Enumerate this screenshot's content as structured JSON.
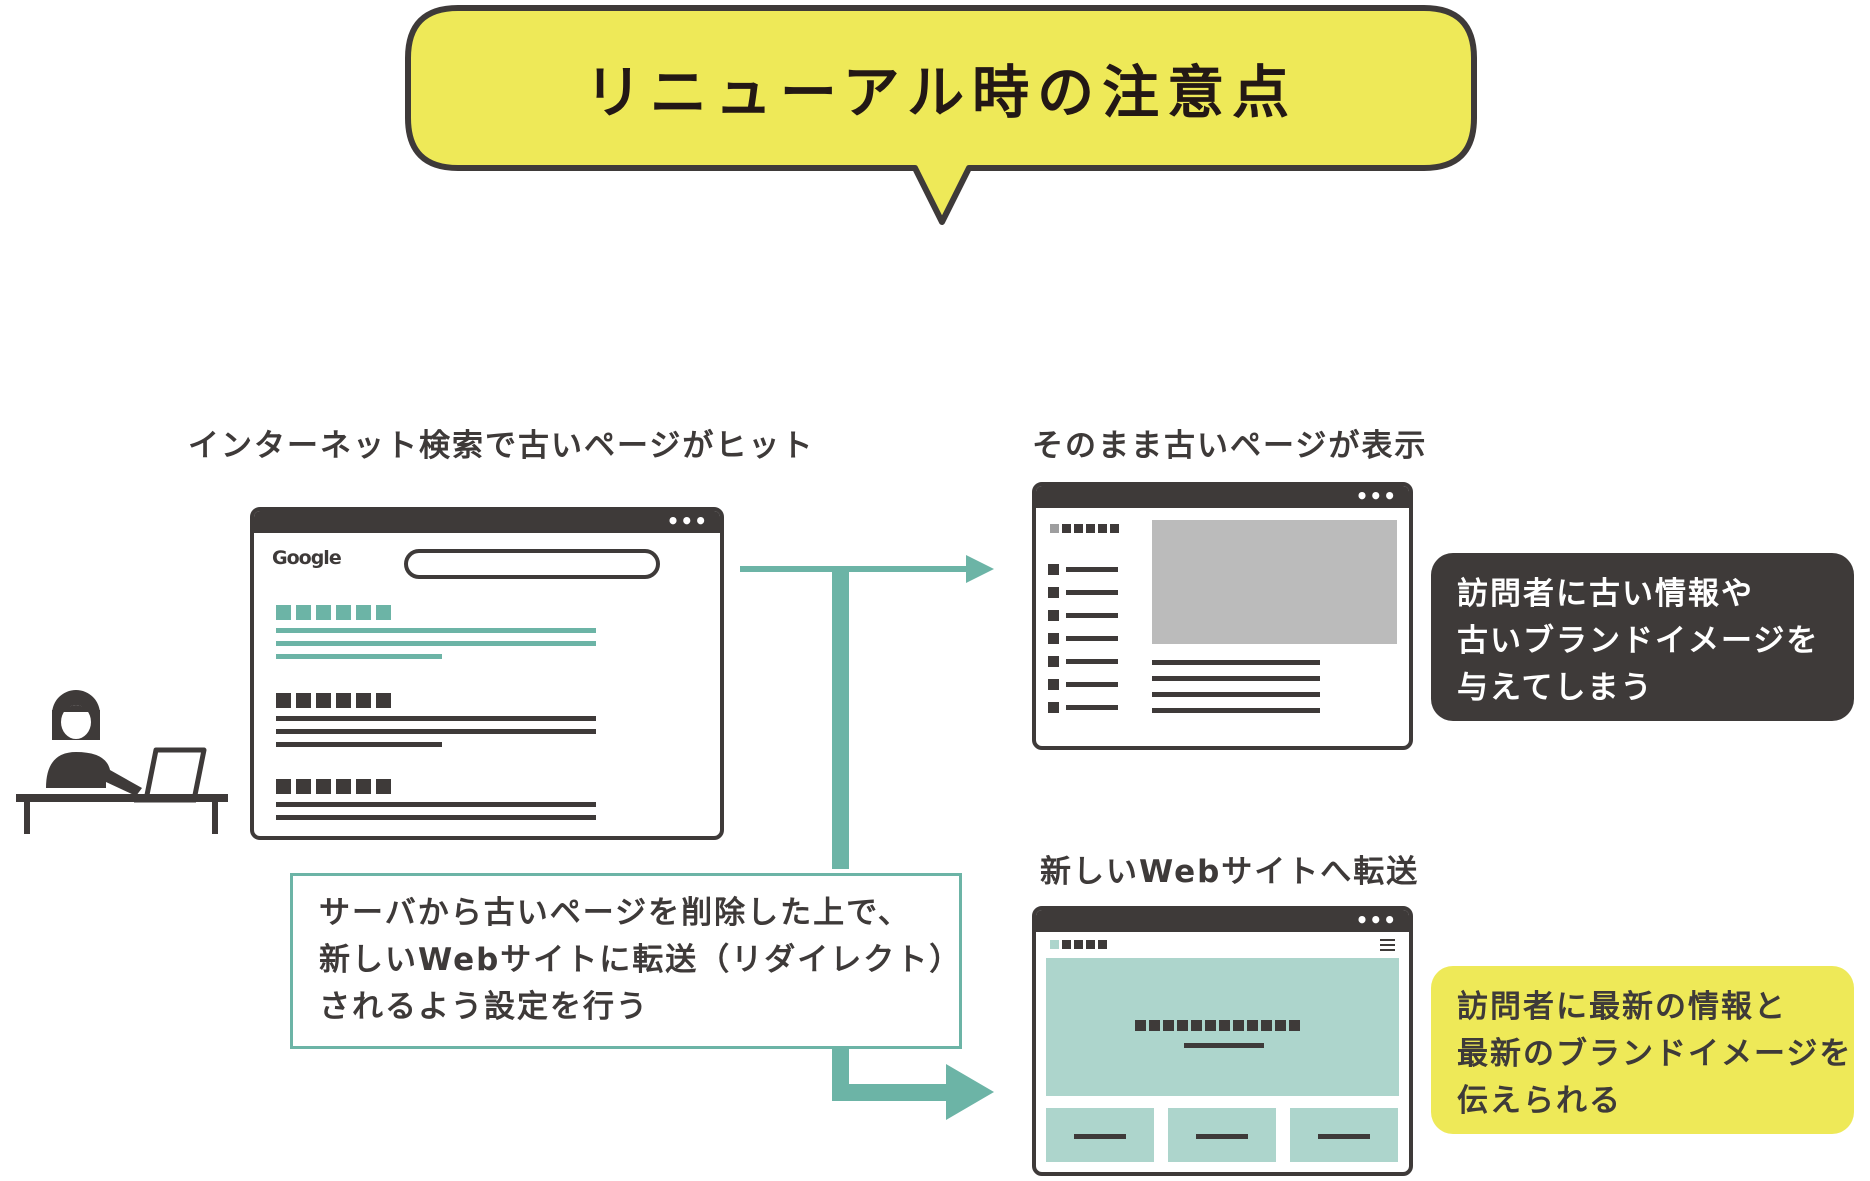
{
  "title": "リニューアル時の注意点",
  "labels": {
    "search_hit": "インターネット検索で古いページがヒット",
    "old_page_shown": "そのまま古いページが表示",
    "redirect": "新しいWebサイトへ転送"
  },
  "search_window": {
    "logo": "Google",
    "dots": "•••"
  },
  "old_window": {
    "dots": "•••"
  },
  "new_window": {
    "dots": "•••"
  },
  "notes": {
    "bad": [
      "訪問者に古い情報や",
      "古いブランドイメージを",
      "与えてしまう"
    ],
    "good": [
      "訪問者に最新の情報と",
      "最新のブランドイメージを",
      "伝えられる"
    ]
  },
  "instruction": [
    "サーバから古いページを削除した上で、",
    "新しいWebサイトに転送（リダイレクト）",
    "されるよう設定を行う"
  ],
  "colors": {
    "dark": "#3e3a39",
    "yellow": "#eee958",
    "teal": "#6cb4a6",
    "light_teal": "#add5cc",
    "gray": "#bbbbbb"
  }
}
